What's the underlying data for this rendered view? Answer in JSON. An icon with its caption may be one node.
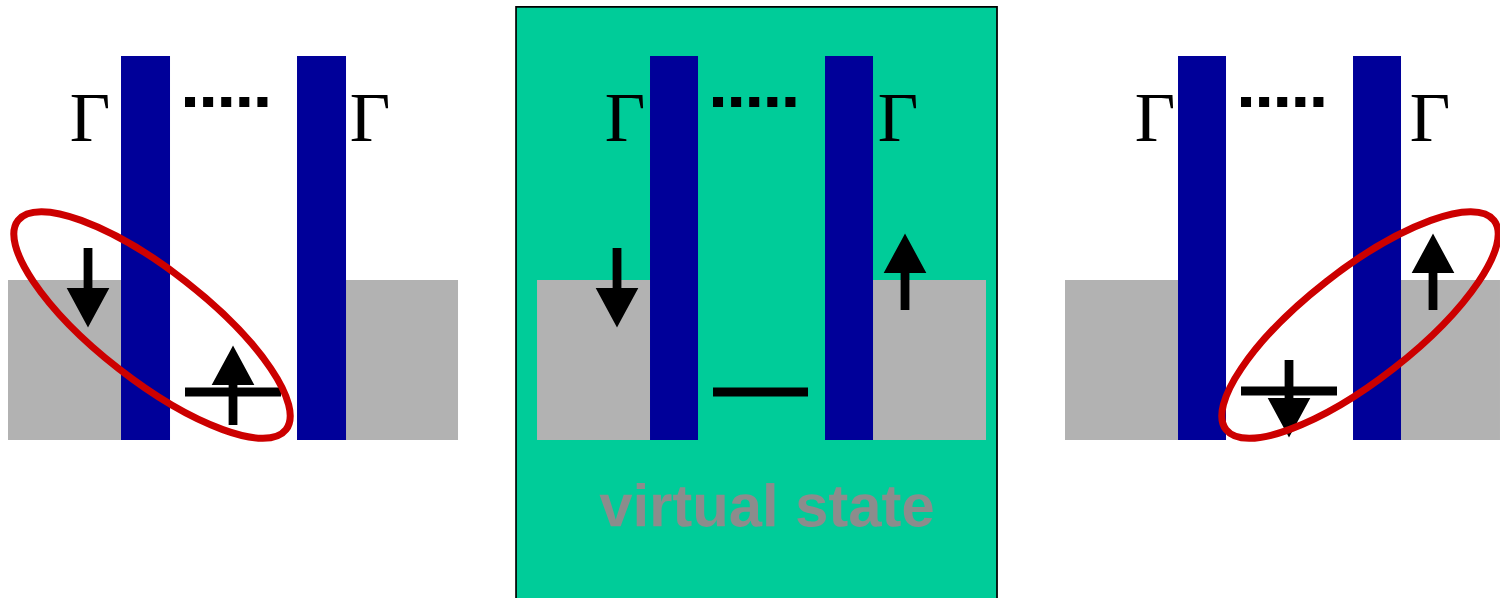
{
  "diagram": {
    "nodes": [
      {
        "text": [
          "Γ",
          "Γ",
          "virtual state"
        ]
      }
    ],
    "labels": [
      "Γ",
      "Γ",
      "Γ",
      "Γ"
    ]
  }
}
